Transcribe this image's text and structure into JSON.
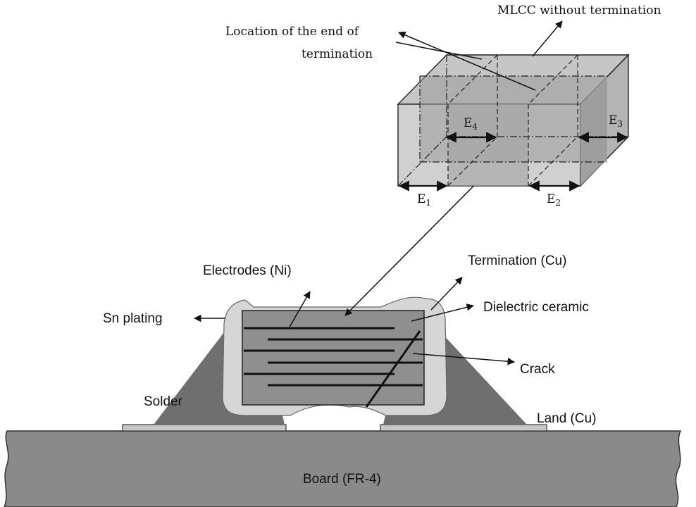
{
  "labels": {
    "mlcc_without_termination": "MLCC without termination",
    "location_end_termination_line1": "Location of the end of",
    "location_end_termination_line2": "termination",
    "e1_base": "E",
    "e1_sub": "1",
    "e2_base": "E",
    "e2_sub": "2",
    "e3_base": "E",
    "e3_sub": "3",
    "e4_base": "E",
    "e4_sub": "4",
    "electrodes": "Electrodes (Ni)",
    "termination": "Termination (Cu)",
    "sn_plating": "Sn plating",
    "dielectric": "Dielectric ceramic",
    "crack": "Crack",
    "solder": "Solder",
    "land": "Land (Cu)",
    "board": "Board (FR-4)"
  },
  "colors": {
    "board": "#8a8a8a",
    "solder": "#6f6f6f",
    "ceramic": "#8f8f8f",
    "plating": "#d6d6d6",
    "land": "#c8c8c8",
    "box_top": "#c6c6c6",
    "box_front": "#d0d0d0",
    "box_inner": "#9a9a9a",
    "box_right": "#a9a9a9"
  }
}
